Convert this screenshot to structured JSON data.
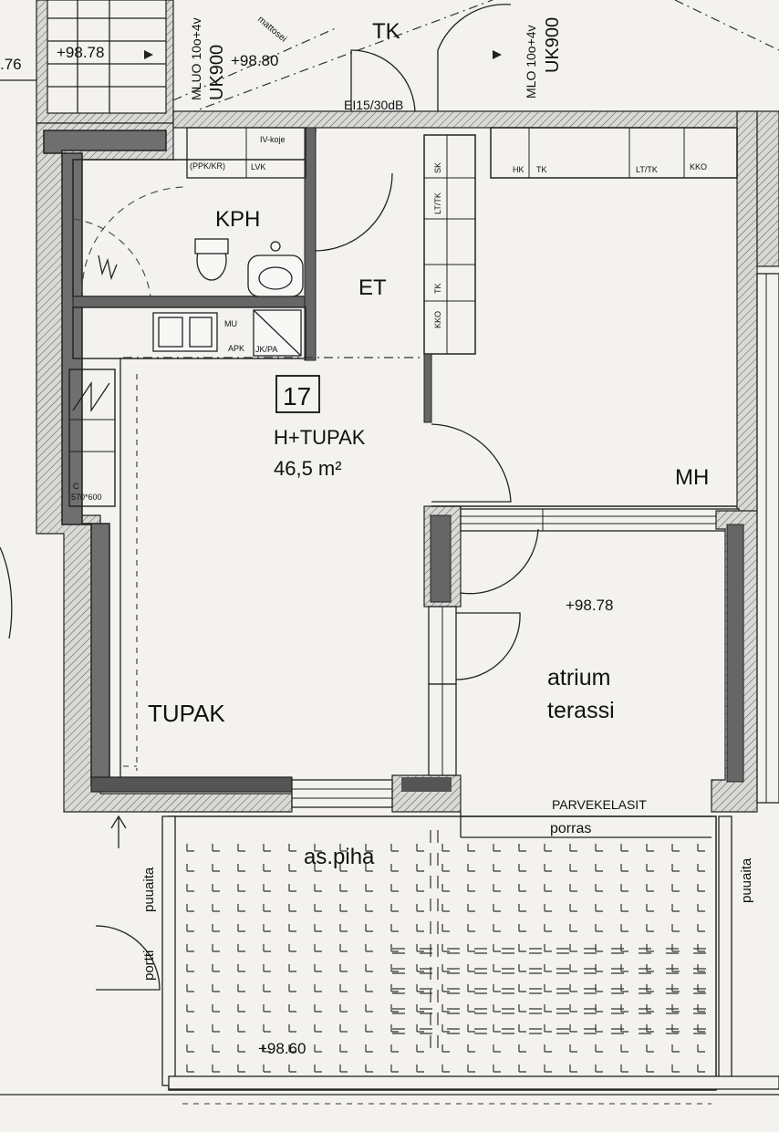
{
  "plan": {
    "apartment_number": "17",
    "apartment_type": "H+TUPAK",
    "apartment_area": "46,5 m²"
  },
  "rooms": {
    "kph": "KPH",
    "et": "ET",
    "mh": "MH",
    "tupak": "TUPAK",
    "tk": "TK",
    "atrium_line1": "atrium",
    "atrium_line2": "terassi",
    "as_piha": "as.piha"
  },
  "levels": {
    "top_left": "+98.78",
    "top_mid": "+98.80",
    "atrium": "+98.78",
    "yard": "+98.60",
    "edge_left": ".76"
  },
  "notes": {
    "door_rating": "EI15/30dB",
    "mluo_left_line1": "MLUO 10o+4v",
    "mluo_left_line2": "UK900",
    "mluo_right_line1": "MLO 10o+4v",
    "mluo_right_line2": "UK900",
    "mattoseina": "mattosei",
    "parvekelasit": "PARVEKELASIT",
    "porras": "porras",
    "puuaita_left": "puuaita",
    "puuaita_right": "puuaita",
    "portti": "portti"
  },
  "fixtures": {
    "ppk_kr": "(PPK/KR)",
    "lvk": "LVK",
    "iv_koje": "IV-koje",
    "sk": "SK",
    "lt_tk_left": "LT/TK",
    "tk_left": "TK",
    "kko_left": "KKO",
    "hk": "HK",
    "tk_top": "TK",
    "lt_tk_top": "LT/TK",
    "kko_top": "KKO",
    "mu": "MU",
    "apk": "APK",
    "jkpa": "JK/PA",
    "c_cab_line1": "C",
    "c_cab_line2": "570*600"
  }
}
